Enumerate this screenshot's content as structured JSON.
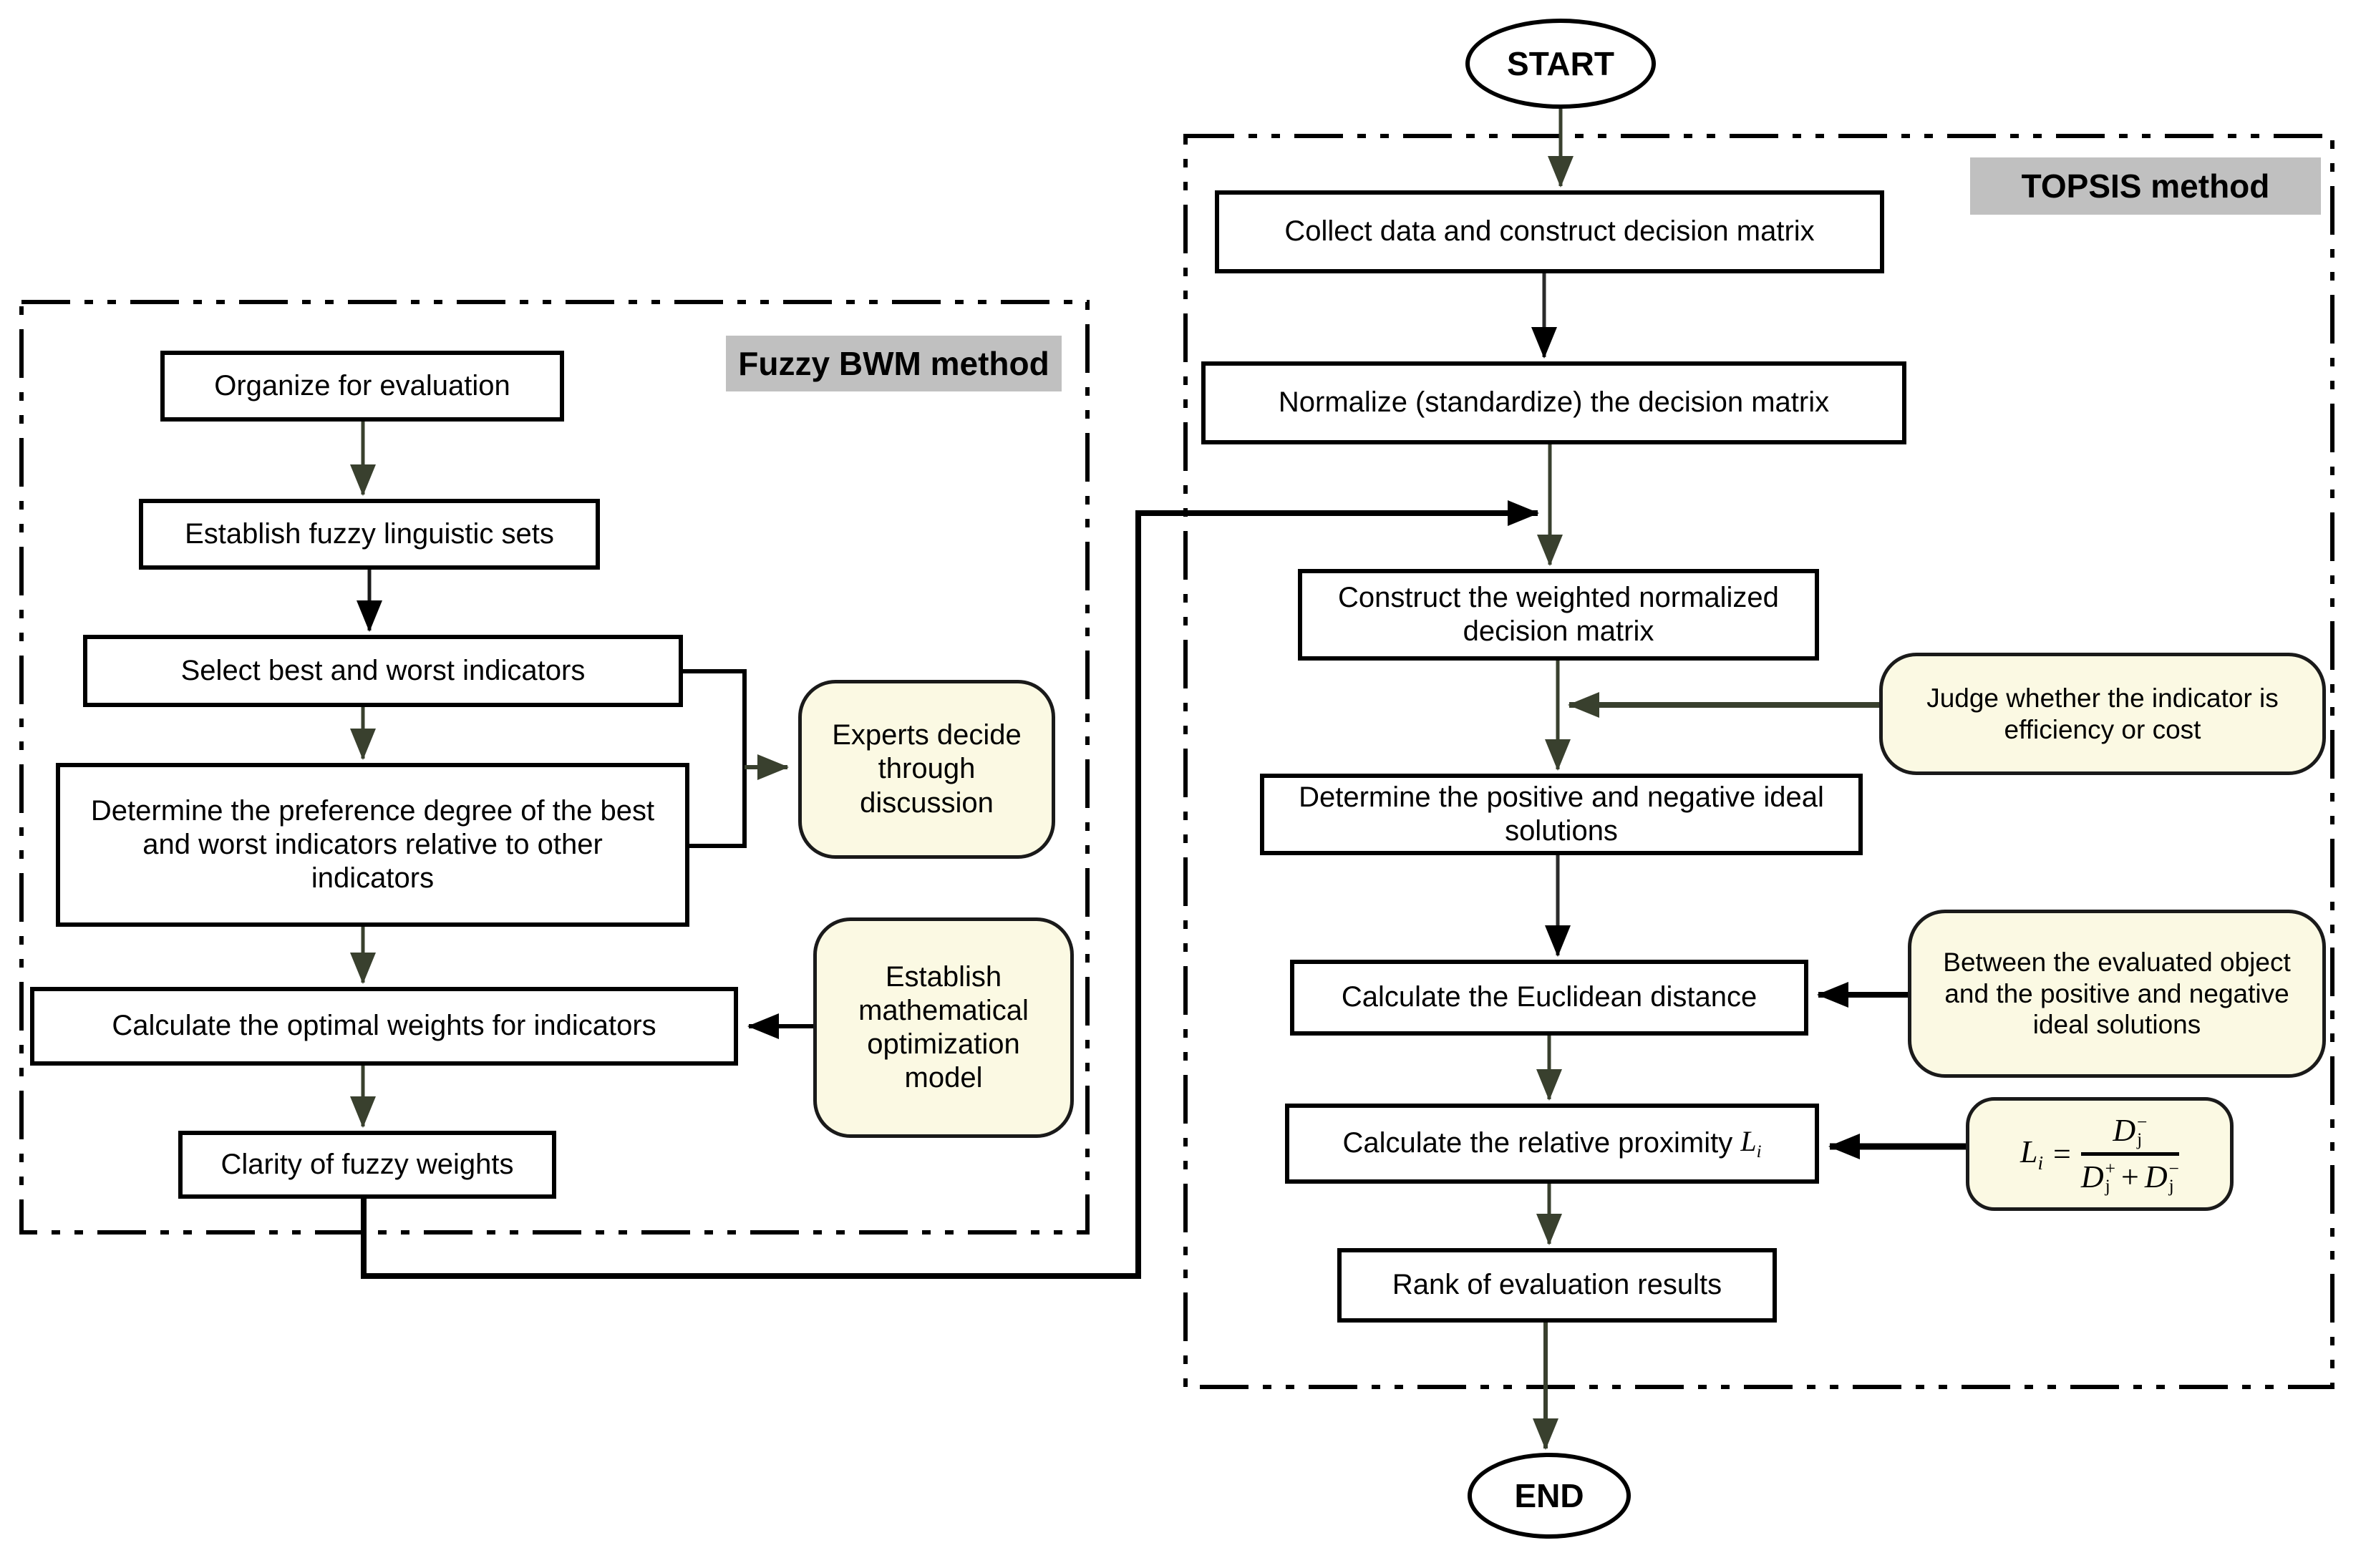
{
  "flowchart": {
    "start_label": "START",
    "end_label": "END",
    "bwm": {
      "label": "Fuzzy BWM method",
      "steps": {
        "organize": "Organize for evaluation",
        "linguistic": "Establish fuzzy linguistic sets",
        "select": "Select best and worst indicators",
        "preference": "Determine the preference degree of the best and worst indicators relative to other indicators",
        "weights": "Calculate  the optimal weights for indicators",
        "clarity": "Clarity of fuzzy weights"
      },
      "notes": {
        "experts": "Experts decide through discussion",
        "model": "Establish mathematical optimization model"
      }
    },
    "topsis": {
      "label": "TOPSIS method",
      "steps": {
        "collect": "Collect data and construct decision matrix",
        "normalize": "Normalize (standardize) the decision matrix",
        "weighted": "Construct the weighted normalized decision matrix",
        "ideal": "Determine the positive and negative ideal solutions",
        "euclidean": "Calculate the Euclidean distance",
        "proximity": "Calculate the relative proximity",
        "rank": "Rank of evaluation results"
      },
      "proximity_var": {
        "base": "L",
        "sub": "i"
      },
      "notes": {
        "judge": "Judge whether the indicator is efficiency or cost",
        "between": "Between the evaluated object and the positive and negative ideal solutions"
      },
      "formula": {
        "var_base": "L",
        "var_sub": "i",
        "equals": "=",
        "numerator": {
          "base": "D",
          "sup": "−",
          "sub": "j"
        },
        "den_first": {
          "base": "D",
          "sup": "+",
          "sub": "j"
        },
        "plus": "+",
        "den_second": {
          "base": "D",
          "sup": "−",
          "sub": "j"
        }
      }
    },
    "colors": {
      "note_fill": "#fbf9e3",
      "label_fill": "#c0c0c0",
      "flow_arrow": "#39402e",
      "connector": "#000000"
    }
  }
}
